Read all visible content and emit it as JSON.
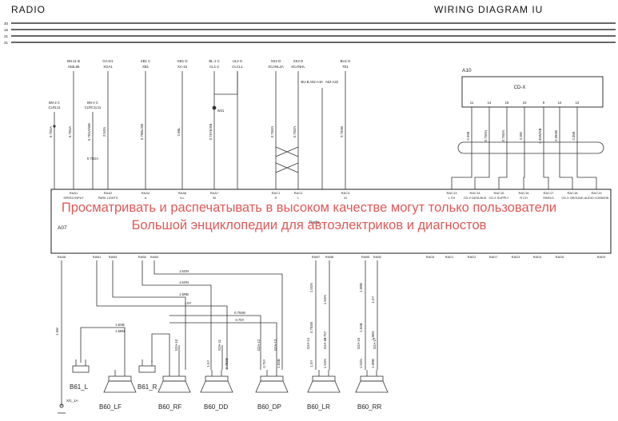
{
  "header": {
    "left_title": "RADIO",
    "right_title": "WIRING DIAGRAM IU"
  },
  "bus_labels": [
    "30",
    "15",
    "31",
    "31"
  ],
  "watermark": {
    "line1": "Просматривать и распечатывать в высоком качестве могут только пользователи",
    "line2": "Большой энциклопедии для автоэлектриков и диагностов"
  },
  "radio": {
    "id": "A07",
    "name": "Radio"
  },
  "cdx": {
    "id": "A10",
    "name": "CD-X",
    "pins": [
      "11",
      "14",
      "15",
      "10",
      "9",
      "12",
      "13"
    ]
  },
  "top_connectors": [
    {
      "top": "BN-11 B",
      "sub": "A53L85"
    },
    {
      "top": "GA-D1",
      "sub": "XGA1"
    },
    {
      "top": "XB1 C",
      "sub": "XB1"
    },
    {
      "top": "GB1 D",
      "sub": "XA-16"
    },
    {
      "top": "BL-1 C",
      "sub": "CL1-2"
    },
    {
      "top": "UL3 G",
      "sub": "CLCL1"
    },
    {
      "top": "XK2 D",
      "sub": "XCANL2A"
    },
    {
      "top": "XK2 D",
      "sub": "XCANHL"
    },
    {
      "top": "BU1 D",
      "sub": "TE1"
    }
  ],
  "radio_pins_top": [
    {
      "id": "RAA1",
      "name": "SPEED INPUT"
    },
    {
      "id": "RAA2",
      "name": "PARK LIGHTS"
    },
    {
      "id": "RAA4",
      "name": "A"
    },
    {
      "id": "RAA6",
      "name": "ILL"
    },
    {
      "id": "RAA7",
      "name": "30"
    },
    {
      "id": "RAC1",
      "name": "H"
    },
    {
      "id": "RAC2",
      "name": "L"
    },
    {
      "id": "RAC4",
      "name": "31"
    },
    {
      "id": "RAC13",
      "name": "L CH"
    },
    {
      "id": "RAC14",
      "name": "CD-X DATA BUS"
    },
    {
      "id": "RAC15",
      "name": "CD-X SUPPLY"
    },
    {
      "id": "RAC16",
      "name": "R CH"
    },
    {
      "id": "RAC17",
      "name": "SHIELD"
    },
    {
      "id": "RAC18",
      "name": "CD-X GROUND"
    },
    {
      "id": "RAC19",
      "name": "AUDIO COMMON"
    }
  ],
  "radio_pins_bottom": [
    "RAA8",
    "RAB1",
    "RAB3",
    "RAB2",
    "RAB4",
    "RAB7",
    "RAB8",
    "RAB5",
    "RAB2",
    "RAD5",
    "RAD1",
    "RAD2",
    "RAD7",
    "RAD3",
    "RAD4",
    "RAD6",
    "RAD9"
  ],
  "wire_colors": [
    "0.75GA",
    "0.75GA",
    "0.75GA/WE",
    "2.5GN",
    "0.75BL/SB",
    "2.5BL",
    "0.75YE/SB",
    "0.75GN",
    "0.75GN",
    "0.75SB",
    "0.35E",
    "0.75GN",
    "0.75GN",
    "0.5W",
    "0.35W/SB",
    "0.35SB",
    "1.5GN",
    "1.5GN",
    "1.5RB",
    "1.5Y",
    "0.75SB",
    "0.75Y",
    "1.5SB",
    "1.5BN",
    "1.5Y"
  ],
  "speakers": [
    {
      "label": "B61_L"
    },
    {
      "label": "B61_R"
    },
    {
      "label": "B60_LF"
    },
    {
      "label": "B60_RF"
    },
    {
      "label": "B60_DD"
    },
    {
      "label": "B60_DP"
    },
    {
      "label": "B60_LR"
    },
    {
      "label": "B60_RR"
    }
  ],
  "ground_label": "XG_1A"
}
